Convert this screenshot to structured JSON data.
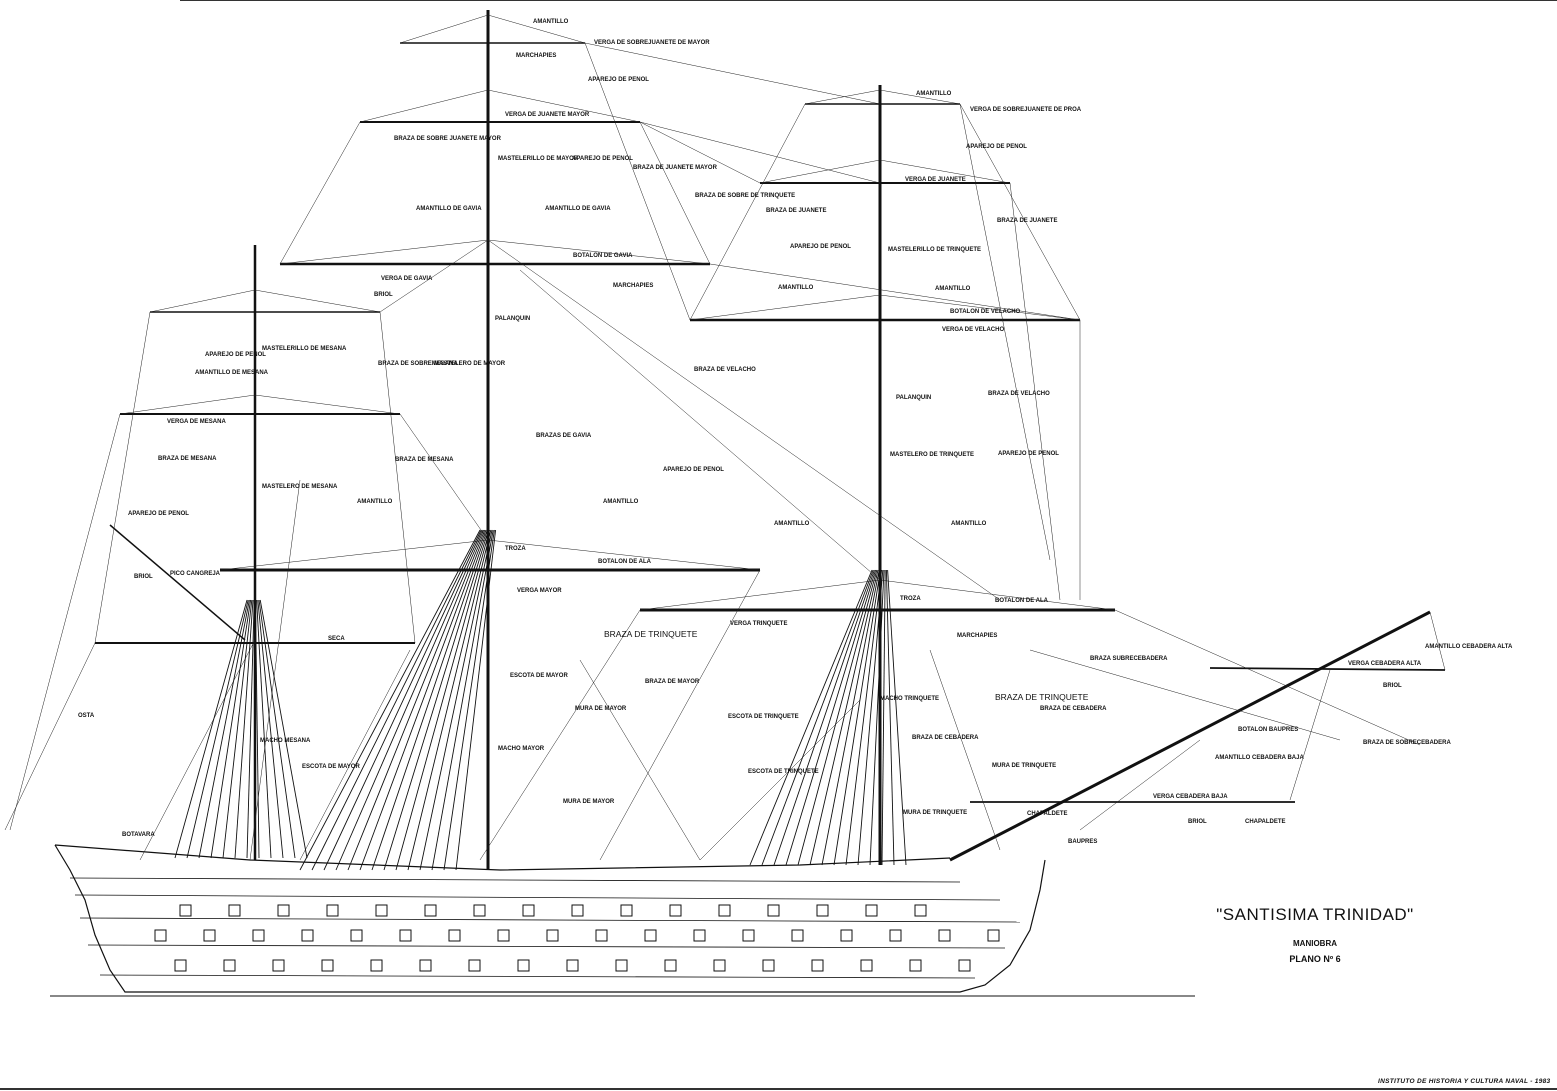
{
  "title": "\"SANTISIMA TRINIDAD\"",
  "subtitle": "MANIOBRA",
  "plan_number": "PLANO Nº 6",
  "credit": "INSTITUTO DE HISTORIA Y CULTURA NAVAL - 1983",
  "labels": {
    "amantillo_top": "AMANTILLO",
    "verga_sobrejuanete_mayor": "VERGA DE SOBREJUANETE DE MAYOR",
    "marchapies_top": "MARCHAPIES",
    "aparejo_penol_1": "APAREJO DE PENOL",
    "verga_juanete_mayor": "VERGA DE JUANETE MAYOR",
    "braza_sobrejuanete_mayor": "BRAZA DE SOBRE JUANETE MAYOR",
    "mastelerillo_mayor": "MASTELERILLO DE MAYOR",
    "aparejo_penol_2": "APAREJO DE PENOL",
    "braza_juanete_mayor": "BRAZA DE JUANETE MAYOR",
    "braza_sobre_trinquete": "BRAZA DE SOBRE DE TRINQUETE",
    "amantillo_gavia_l": "AMANTILLO DE GAVIA",
    "amantillo_gavia_r": "AMANTILLO DE GAVIA",
    "botalon_gavia": "BOTALON DE GAVIA",
    "verga_gavia": "VERGA DE GAVIA",
    "briol": "BRIOL",
    "marchapies": "MARCHAPIES",
    "palanquin": "PALANQUIN",
    "aparejo_penol_mes": "APAREJO DE PENOL",
    "mastelerillo_mesana": "MASTELERILLO DE MESANA",
    "amantillo_mesana": "AMANTILLO DE MESANA",
    "braza_sobremesana": "BRAZA DE SOBREMESANA",
    "mastelero_mayor": "MASTELERO DE MAYOR",
    "braza_velacho": "BRAZA DE VELACHO",
    "verga_mesana": "VERGA DE MESANA",
    "braza_mesana_l": "BRAZA DE MESANA",
    "braza_mesana_r": "BRAZA DE MESANA",
    "mastelero_mesana": "MASTELERO DE MESANA",
    "amantillo": "AMANTILLO",
    "aparejo_penol": "APAREJO DE PENOL",
    "braza_gavia": "BRAZAS DE GAVIA",
    "pico_cangreja": "PICO CANGREJA",
    "troza": "TROZA",
    "botalon_ala": "BOTALON DE ALA",
    "verga_mayor": "VERGA MAYOR",
    "seca": "SECA",
    "braza_trinquete": "BRAZA DE TRINQUETE",
    "escota_mayor": "ESCOTA DE MAYOR",
    "braza_mayor": "BRAZA DE MAYOR",
    "mura_mayor": "MURA DE MAYOR",
    "osta": "OSTA",
    "macho_mesana": "MACHO MESANA",
    "escota_mayor_2": "ESCOTA DE MAYOR",
    "macho_mayor": "MACHO MAYOR",
    "mura_mayor_2": "MURA DE MAYOR",
    "botavara": "BOTAVARA",
    "amantillo_r": "AMANTILLO",
    "verga_sobrejuanete_proa": "VERGA DE SOBREJUANETE DE PROA",
    "verga_juanete": "VERGA DE JUANETE",
    "braza_juanete_l": "BRAZA DE JUANETE",
    "braza_juanete_r": "BRAZA DE JUANETE",
    "mastelerillo_trinquete": "MASTELERILLO DE TRINQUETE",
    "botalon_velacho": "BOTALON DE VELACHO",
    "verga_velacho": "VERGA DE VELACHO",
    "braza_velacho_r": "BRAZA DE VELACHO",
    "mastelero_trinquete": "MASTELERO DE TRINQUETE",
    "verga_trinquete": "VERGA TRINQUETE",
    "braza_subrecebadera": "BRAZA SUBRECEBADERA",
    "macho_trinquete": "MACHO TRINQUETE",
    "escota_trinquete": "ESCOTA DE TRINQUETE",
    "braza_cebadera": "BRAZA DE CEBADERA",
    "braza_trinquete_r": "BRAZA DE TRINQUETE",
    "mura_trinquete": "MURA DE TRINQUETE",
    "amantillo_cebadera_alta": "AMANTILLO CEBADERA ALTA",
    "verga_cebadera_alta": "VERGA CEBADERA ALTA",
    "botalon_baupres": "BOTALON BAUPRES",
    "braza_sobrecebadera": "BRAZA DE SOBRECEBADERA",
    "amantillo_cebadera_baja": "AMANTILLO CEBADERA BAJA",
    "verga_cebadera_baja": "VERGA CEBADERA BAJA",
    "chapaldete": "CHAPALDETE",
    "baupres": "BAUPRES"
  }
}
